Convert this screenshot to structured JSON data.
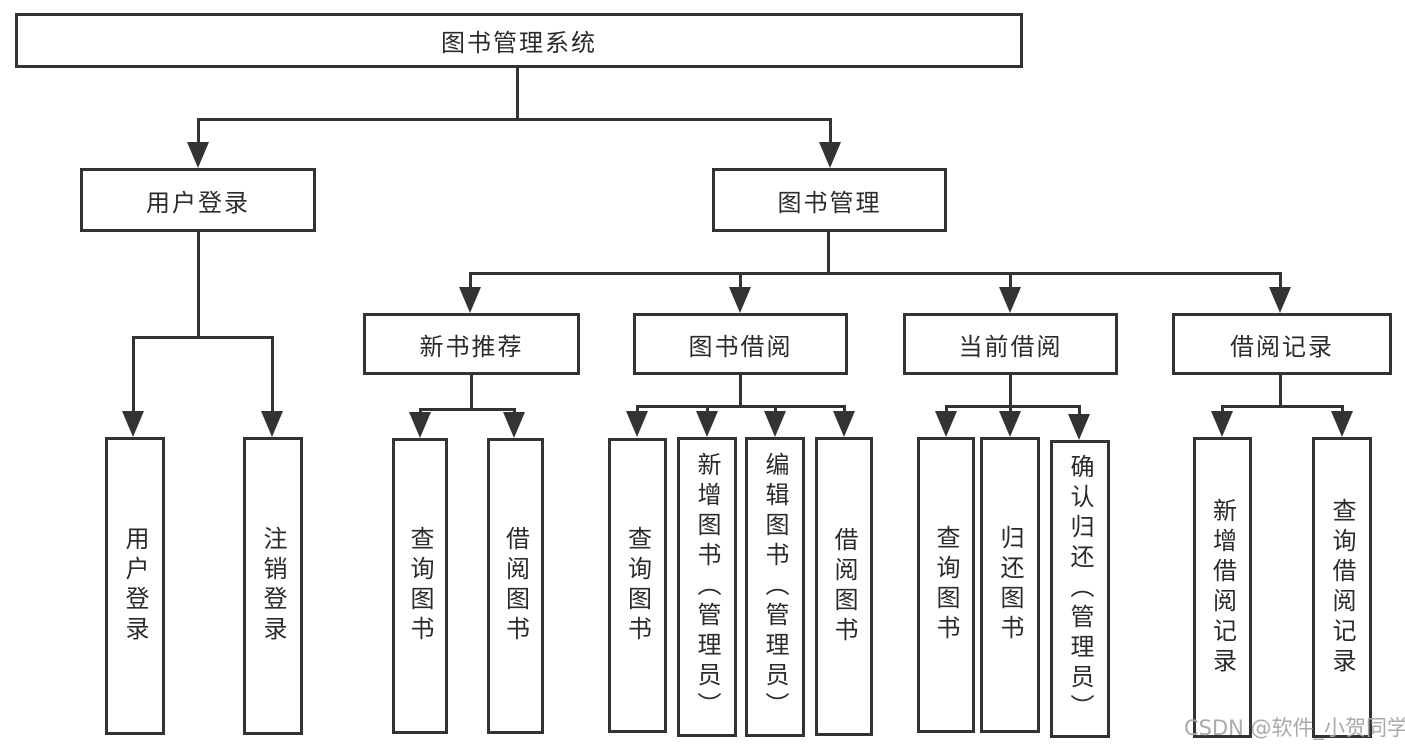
{
  "nodes": {
    "root": {
      "label": "图书管理系统"
    },
    "user_login": {
      "label": "用户登录"
    },
    "book_mgmt": {
      "label": "图书管理"
    },
    "new_book_rec": {
      "label": "新书推荐"
    },
    "book_borrow": {
      "label": "图书借阅"
    },
    "current_borrow": {
      "label": "当前借阅"
    },
    "borrow_records": {
      "label": "借阅记录"
    },
    "ul_user_login": {
      "label": "用户登录"
    },
    "ul_logout": {
      "label": "注销登录"
    },
    "nbr_query_books": {
      "label": "查询图书"
    },
    "nbr_borrow_books": {
      "label": "借阅图书"
    },
    "bb_query_books": {
      "label": "查询图书"
    },
    "bb_add_books": {
      "label": "新增图书（管理员）"
    },
    "bb_edit_books": {
      "label": "编辑图书（管理员）"
    },
    "bb_borrow_books": {
      "label": "借阅图书"
    },
    "cb_query_books": {
      "label": "查询图书"
    },
    "cb_return_books": {
      "label": "归还图书"
    },
    "cb_confirm_return": {
      "label": "确认归还（管理员）"
    },
    "br_add_record": {
      "label": "新增借阅记录"
    },
    "br_query_record": {
      "label": "查询借阅记录"
    }
  },
  "hierarchy": {
    "图书管理系统": [
      "用户登录",
      "图书管理"
    ],
    "用户登录": [
      "用户登录",
      "注销登录"
    ],
    "图书管理": [
      "新书推荐",
      "图书借阅",
      "当前借阅",
      "借阅记录"
    ],
    "新书推荐": [
      "查询图书",
      "借阅图书"
    ],
    "图书借阅": [
      "查询图书",
      "新增图书（管理员）",
      "编辑图书（管理员）",
      "借阅图书"
    ],
    "当前借阅": [
      "查询图书",
      "归还图书",
      "确认归还（管理员）"
    ],
    "借阅记录": [
      "新增借阅记录",
      "查询借阅记录"
    ]
  },
  "watermark": {
    "text": "CSDN @软件_小贺同学"
  },
  "colors": {
    "line": "#333333",
    "text": "#2b2b2b",
    "watermark": "#a9a9b0",
    "background": "#ffffff"
  }
}
